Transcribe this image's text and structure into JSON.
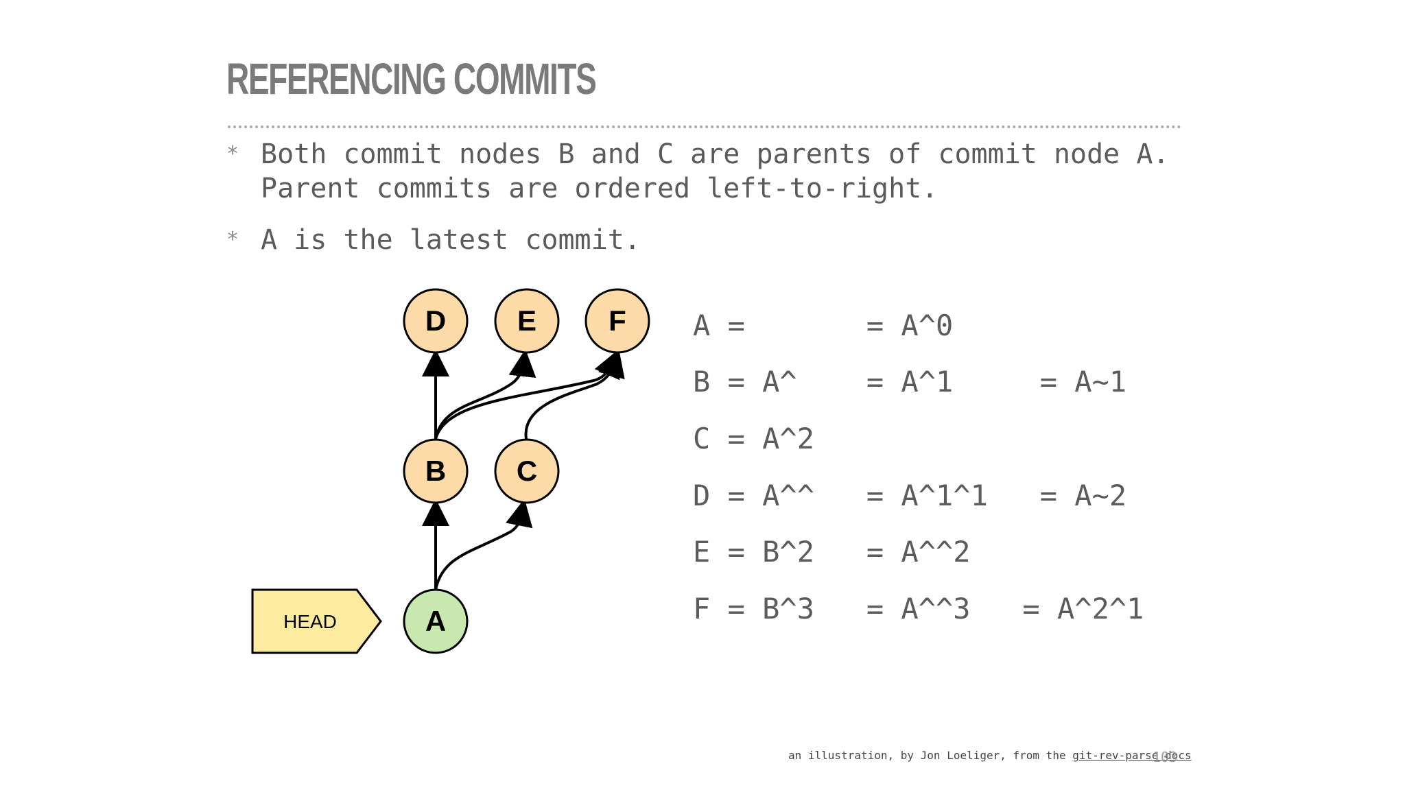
{
  "slide": {
    "title": "REFERENCING COMMITS",
    "bullets": [
      {
        "mark": "*",
        "text": "Both commit nodes B and C are parents of commit node A.\nParent commits are ordered left-to-right."
      },
      {
        "mark": "*",
        "text": "A is the latest commit."
      }
    ]
  },
  "diagram": {
    "head_label": "HEAD",
    "nodes": [
      {
        "id": "D",
        "color": "#fddba8"
      },
      {
        "id": "E",
        "color": "#fddba8"
      },
      {
        "id": "F",
        "color": "#fddba8"
      },
      {
        "id": "B",
        "color": "#fddba8"
      },
      {
        "id": "C",
        "color": "#fddba8"
      },
      {
        "id": "A",
        "color": "#c9e8b0"
      }
    ],
    "head_color": "#fdec9f"
  },
  "equations": [
    "A =       = A^0",
    "B = A^    = A^1     = A~1",
    "C = A^2",
    "D = A^^   = A^1^1   = A~2",
    "E = B^2   = A^^2",
    "F = B^3   = A^^3   = A^2^1"
  ],
  "footer": {
    "credit_prefix": "an illustration, by Jon Loeliger, from the ",
    "credit_link": "git-rev-parse docs",
    "page_number": "103"
  }
}
